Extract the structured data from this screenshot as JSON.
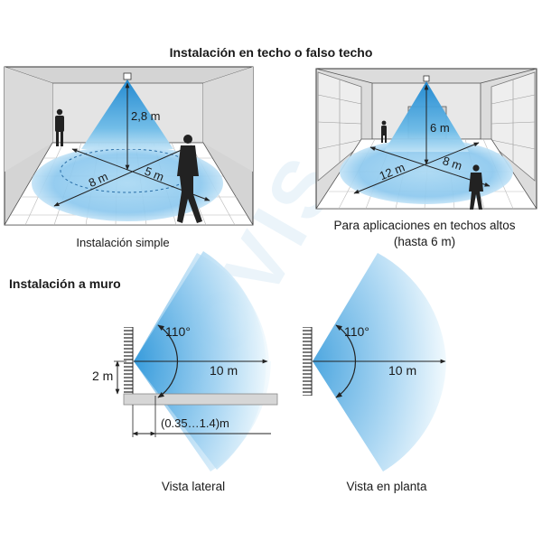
{
  "heading_ceiling": "Instalación en techo o falso techo",
  "heading_wall": "Instalación a muro",
  "simple": {
    "caption": "Instalación simple",
    "height_label": "2,8 m",
    "diag_left": "8 m",
    "diag_right": "5 m"
  },
  "high": {
    "caption_line1": "Para aplicaciones en techos altos",
    "caption_line2": "(hasta 6 m)",
    "height_label": "6 m",
    "diag_left": "12 m",
    "diag_right": "8 m"
  },
  "side": {
    "angle_label": "110°",
    "range_label": "10 m",
    "height_label": "2 m",
    "distance_label": "(0.35…1.4)m",
    "caption": "Vista lateral"
  },
  "plan": {
    "angle_label": "110°",
    "range_label": "10 m",
    "caption": "Vista en planta"
  },
  "watermark": "GOVIS",
  "colors": {
    "cone_dark": "#1e8fd6",
    "cone_light": "#cfe8f7",
    "room_wall": "#cfcfcf",
    "back_wall": "#e6e6e6",
    "line": "#333333"
  }
}
